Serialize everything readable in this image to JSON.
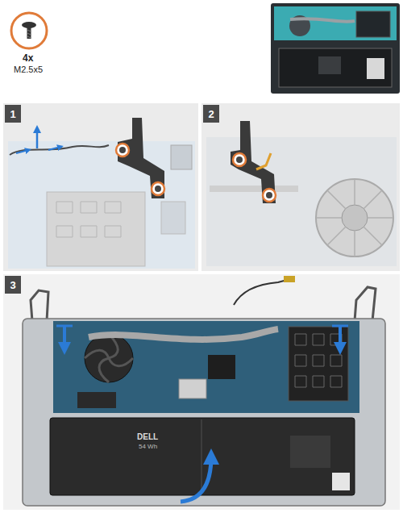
{
  "diagram": {
    "nodes": [
      {
        "text": [
          "1"
        ]
      },
      {
        "text": [
          "2"
        ]
      },
      {
        "text": [
          "3"
        ]
      }
    ],
    "labels": [
      "4x",
      "M2.5x5",
      "DELL",
      "54 Wh"
    ]
  }
}
